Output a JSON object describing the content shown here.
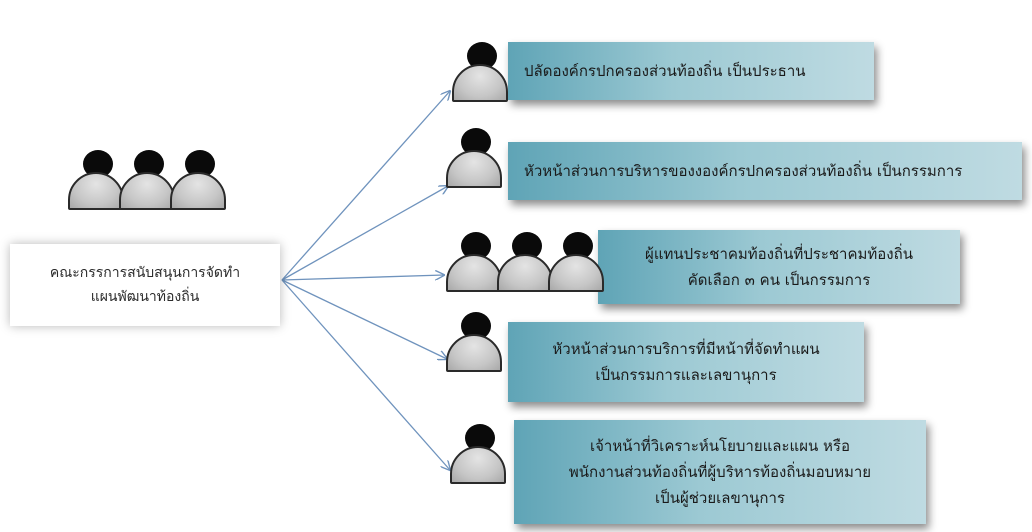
{
  "committee": {
    "line1": "คณะกรรการสนับสนุนการจัดทำ",
    "line2": "แผนพัฒนาท้องถิ่น"
  },
  "members": [
    {
      "lines": [
        "ปลัดองค์กรปกครองส่วนท้องถิ่น เป็นประธาน"
      ]
    },
    {
      "lines": [
        "หัวหน้าส่วนการบริหารของงองค์กรปกครองส่วนท้องถิ่น เป็นกรรมการ"
      ]
    },
    {
      "lines": [
        "ผู้แทนประชาคมท้องถิ่นที่ประชาคมท้องถิ่น",
        "คัดเลือก ๓ คน เป็นกรรมการ"
      ]
    },
    {
      "lines": [
        "หัวหน้าส่วนการบริการที่มีหน้าที่จัดทำแผน",
        "เป็นกรรมการและเลขานุการ"
      ]
    },
    {
      "lines": [
        "เจ้าหน้าที่วิเคราะห์นโยบายและแผน หรือ",
        "พนักงานส่วนท้องถิ่นที่ผู้บริหารท้องถิ่นมอบหมาย",
        "เป็นผู้ช่วยเลขานุการ"
      ]
    }
  ],
  "colors": {
    "box_dark": "#5fa4b6",
    "box_light": "#bfdbe2",
    "arrow": "#6f93bd",
    "head": "#0a0a0a"
  }
}
